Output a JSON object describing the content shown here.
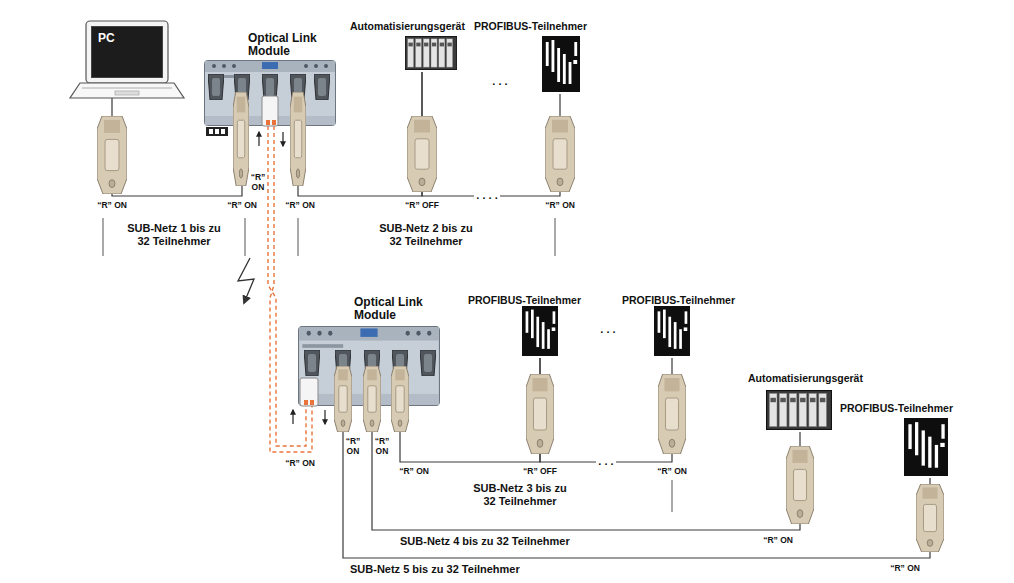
{
  "diagram": {
    "nodes": [
      {
        "text": [
          "PC"
        ]
      },
      {
        "text": [
          "Optical Link Module"
        ]
      },
      {
        "text": [
          "Automatisierungsgerät"
        ]
      },
      {
        "text": [
          "PROFIBUS-Teilnehmer"
        ]
      },
      {
        "text": [
          "Optical Link Module"
        ]
      },
      {
        "text": [
          "PROFIBUS-Teilnehmer"
        ]
      },
      {
        "text": [
          "PROFIBUS-Teilnehmer"
        ]
      },
      {
        "text": [
          "Automatisierungsgerät"
        ]
      },
      {
        "text": [
          "PROFIBUS-Teilnehmer"
        ]
      }
    ],
    "edges": [
      {
        "from": 0,
        "to": 1,
        "arrow": "none"
      },
      {
        "from": 1,
        "to": 2,
        "arrow": "none"
      },
      {
        "from": 2,
        "to": 3,
        "arrow": "none"
      },
      {
        "from": 1,
        "to": 4,
        "arrow": "none"
      },
      {
        "from": 4,
        "to": 5,
        "arrow": "none"
      },
      {
        "from": 5,
        "to": 6,
        "arrow": "none"
      },
      {
        "from": 4,
        "to": 7,
        "arrow": "none"
      },
      {
        "from": 4,
        "to": 8,
        "arrow": "none"
      }
    ],
    "labels": [
      "“R” ON",
      "“R” ON",
      "“R” ON",
      "“R” ON",
      "“R” OFF",
      ". . . .",
      "“R” ON",
      ". . .",
      "SUB-Netz 1 bis zu 32 Teilnehmer",
      "SUB-Netz 2 bis zu 32 Teilnehmer",
      ". . .",
      "“R” ON",
      "“R” ON",
      "“R” ON",
      "“R” ON",
      "“R” OFF",
      ". . .",
      "“R” ON",
      "SUB-Netz 3 bis zu 32 Teilnehmer",
      "SUB-Netz 4 bis zu 32 Teilnehmer",
      "“R” ON",
      "SUB-Netz 5 bis zu 32 Teilnehmer",
      "“R” ON"
    ]
  }
}
